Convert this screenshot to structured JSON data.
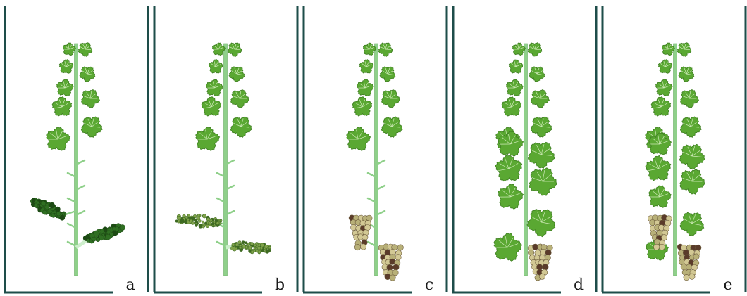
{
  "figure": {
    "border_color": "#1e4d4a",
    "stem_color": "#8fd08a",
    "leaf_color": "#5aa832",
    "leaf_dark": "#3f7f22",
    "flower_color": "#2f6f22",
    "grape_color": "#b8b078",
    "grape_dark": "#5a3b2a",
    "panels": [
      {
        "label": "a",
        "stage": "flower-clusters",
        "stage_index": 0
      },
      {
        "label": "b",
        "stage": "flowering",
        "stage_index": 1
      },
      {
        "label": "c",
        "stage": "grape-clusters",
        "stage_index": 2
      },
      {
        "label": "d",
        "stage": "grapes-full-canopy",
        "stage_index": 3
      },
      {
        "label": "e",
        "stage": "grapes-partial-canopy",
        "stage_index": 4
      }
    ]
  }
}
